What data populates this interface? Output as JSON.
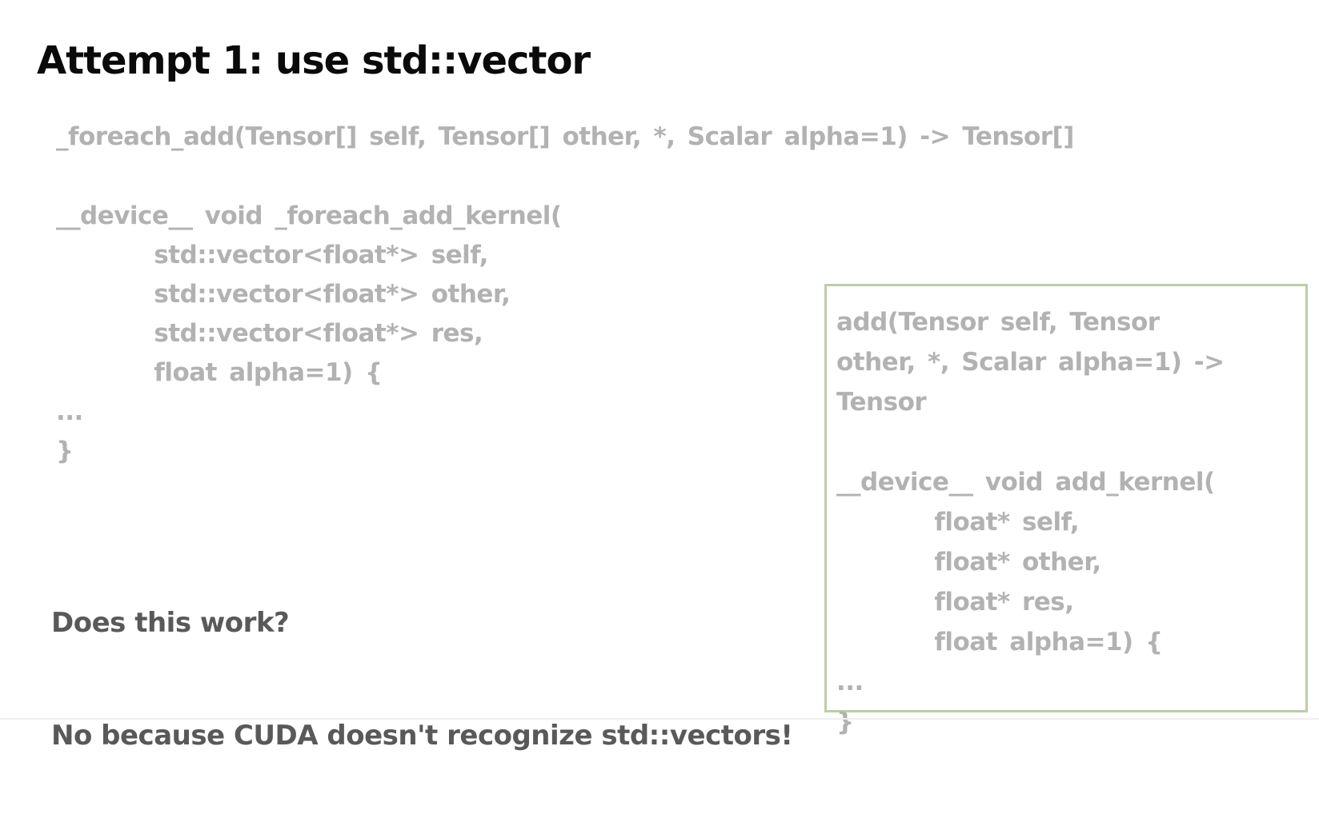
{
  "slide": {
    "title": "Attempt 1: use std::vector",
    "signature": "_foreach_add(Tensor[] self, Tensor[] other, *, Scalar alpha=1) -> Tensor[]",
    "kernel_code": "__device__ void _foreach_add_kernel(\n        std::vector<float*> self,\n        std::vector<float*> other,\n        std::vector<float*> res,\n        float alpha=1) {\n...\n}",
    "question": "Does this work?",
    "answer": "No because CUDA doesn't recognize std::vectors!",
    "callout": {
      "code": "add(Tensor self, Tensor\nother, *, Scalar alpha=1) ->\nTensor\n\n__device__ void add_kernel(\n        float* self,\n        float* other,\n        float* res,\n        float alpha=1) {\n...\n}"
    },
    "colors": {
      "background": "#ffffff",
      "title_text": "#0a0a0a",
      "code_text": "#b2b2b2",
      "commentary_text": "#595959",
      "callout_border": "#bccda7"
    }
  }
}
